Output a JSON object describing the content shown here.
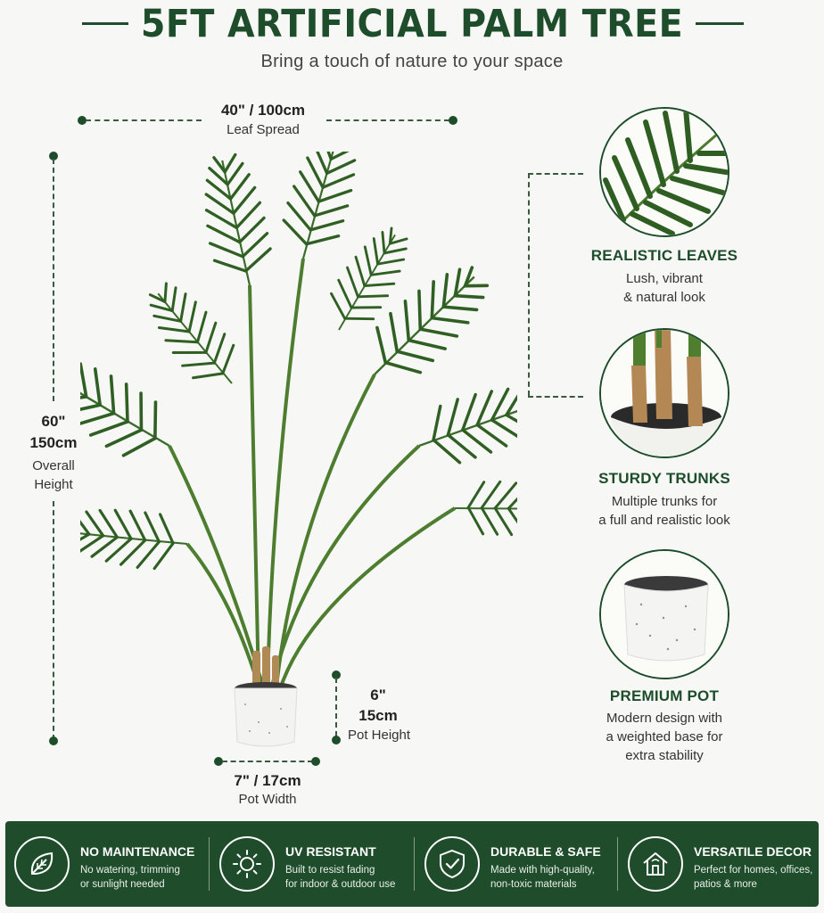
{
  "header": {
    "title": "5FT ARTIFICIAL PALM TREE",
    "subtitle": "Bring a touch of nature to your space"
  },
  "dimensions": {
    "leaf_spread": {
      "value": "40\" / 100cm",
      "label": "Leaf Spread"
    },
    "overall_height": {
      "value_line1": "60\"",
      "value_line2": "150cm",
      "label_line1": "Overall",
      "label_line2": "Height"
    },
    "pot_height": {
      "value_line1": "6\"",
      "value_line2": "15cm",
      "label": "Pot Height"
    },
    "pot_width": {
      "value": "7\" / 17cm",
      "label": "Pot Width"
    }
  },
  "features": [
    {
      "title": "REALISTIC LEAVES",
      "desc": [
        "Lush, vibrant",
        "& natural look"
      ],
      "icon": "palm-leaf-closeup"
    },
    {
      "title": "STURDY TRUNKS",
      "desc": [
        "Multiple trunks for",
        "a full and realistic look"
      ],
      "icon": "trunk-closeup"
    },
    {
      "title": "PREMIUM POT",
      "desc": [
        "Modern design with",
        "a weighted base for",
        "extra stability"
      ],
      "icon": "white-pot"
    }
  ],
  "banner": [
    {
      "title": "NO MAINTENANCE",
      "desc": [
        "No watering, trimming",
        "or sunlight needed"
      ],
      "icon": "leaf-icon"
    },
    {
      "title": "UV RESISTANT",
      "desc": [
        "Built to resist fading",
        "for indoor & outdoor use"
      ],
      "icon": "sun-icon"
    },
    {
      "title": "DURABLE & SAFE",
      "desc": [
        "Made with high-quality,",
        "non-toxic materials"
      ],
      "icon": "shield-check-icon"
    },
    {
      "title": "VERSATILE DECOR",
      "desc": [
        "Perfect for homes, offices,",
        "patios & more"
      ],
      "icon": "house-icon"
    }
  ],
  "colors": {
    "brand_green": "#1d4d2a",
    "banner_green": "#1f4d2b",
    "background": "#f7f7f5"
  }
}
